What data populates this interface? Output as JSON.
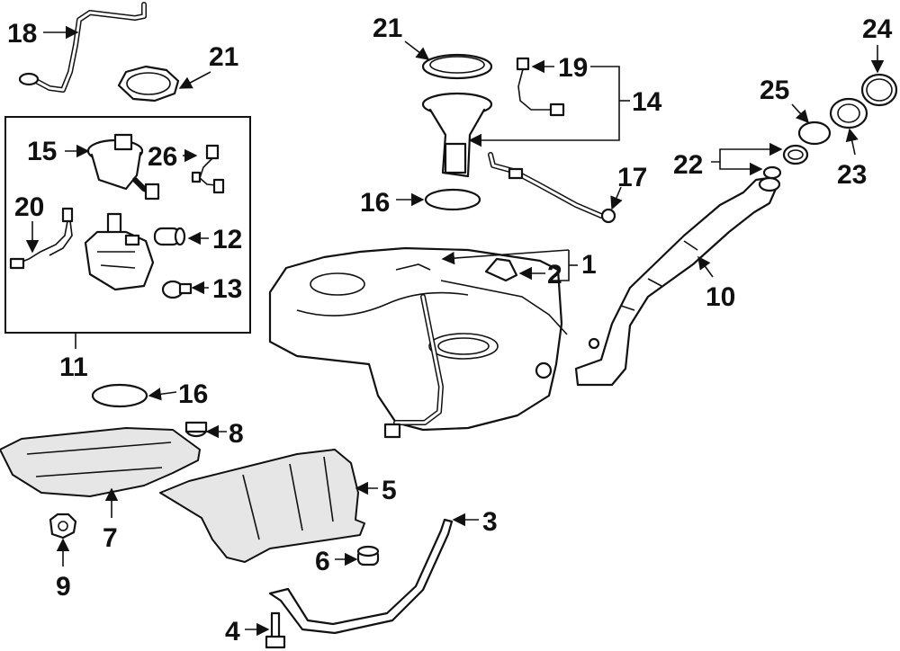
{
  "callouts": {
    "c1": "1",
    "c2": "2",
    "c3": "3",
    "c4": "4",
    "c5": "5",
    "c6": "6",
    "c7": "7",
    "c8": "8",
    "c9": "9",
    "c10": "10",
    "c11": "11",
    "c12": "12",
    "c13": "13",
    "c14": "14",
    "c15": "15",
    "c16a": "16",
    "c16b": "16",
    "c17": "17",
    "c18": "18",
    "c19": "19",
    "c20": "20",
    "c21a": "21",
    "c21b": "21",
    "c22": "22",
    "c23": "23",
    "c24": "24",
    "c25": "25",
    "c26": "26"
  }
}
